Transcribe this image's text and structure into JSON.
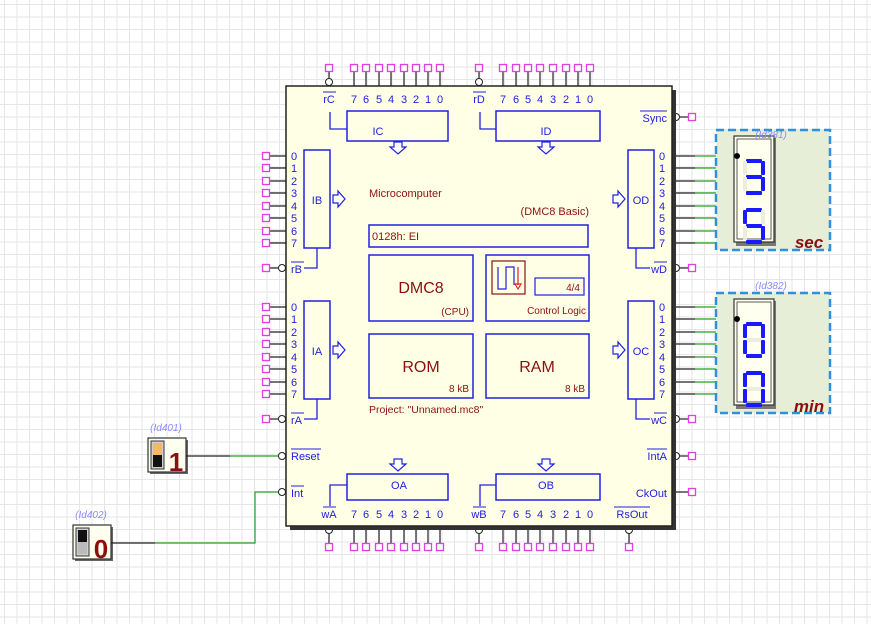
{
  "chip": {
    "title": "Microcomputer",
    "subtitle": "(DMC8 Basic)",
    "instruction": "0128h:  EI",
    "cpu": {
      "name": "DMC8",
      "sub": "(CPU)"
    },
    "control": {
      "label": "Control Logic",
      "step": "4/4"
    },
    "rom": {
      "name": "ROM",
      "size": "8 kB"
    },
    "ram": {
      "name": "RAM",
      "size": "8 kB"
    },
    "project": "Project: \"Unnamed.mc8\"",
    "ports": {
      "ic": {
        "name": "IC",
        "ctrl": "rC"
      },
      "id": {
        "name": "ID",
        "ctrl": "rD"
      },
      "ib": {
        "name": "IB",
        "ctrl": "rB"
      },
      "ia": {
        "name": "IA",
        "ctrl": "rA"
      },
      "od": {
        "name": "OD",
        "ctrl": "wD"
      },
      "oc": {
        "name": "OC",
        "ctrl": "wC"
      },
      "oa": {
        "name": "OA",
        "ctrl": "wA"
      },
      "ob": {
        "name": "OB",
        "ctrl": "wB"
      }
    },
    "bits_desc": [
      "7",
      "6",
      "5",
      "4",
      "3",
      "2",
      "1",
      "0"
    ],
    "bits_asc": [
      "0",
      "1",
      "2",
      "3",
      "4",
      "5",
      "6",
      "7"
    ],
    "signals": {
      "sync": "Sync",
      "reset": "Reset",
      "int": "Int",
      "inta": "IntA",
      "ckout": "CkOut",
      "rsout": "RsOut"
    }
  },
  "displays": [
    {
      "id": "(Id381)",
      "digits": [
        "3",
        "5"
      ],
      "unit": "sec"
    },
    {
      "id": "(Id382)",
      "digits": [
        "0",
        "0"
      ],
      "unit": "min"
    }
  ],
  "switches": [
    {
      "id": "(Id401)",
      "value": "1",
      "state": "on"
    },
    {
      "id": "(Id402)",
      "value": "0",
      "state": "off"
    }
  ],
  "colors": {
    "chip_fill": "#ffffe6",
    "port_blue": "#2020e0",
    "text_dark": "#8a1010",
    "pin_magenta": "#e040e0",
    "wire_green": "#20a020",
    "display_frame": "#3090e0",
    "display_bg": "#e6eed8",
    "digit_blue": "#1a1aff"
  }
}
